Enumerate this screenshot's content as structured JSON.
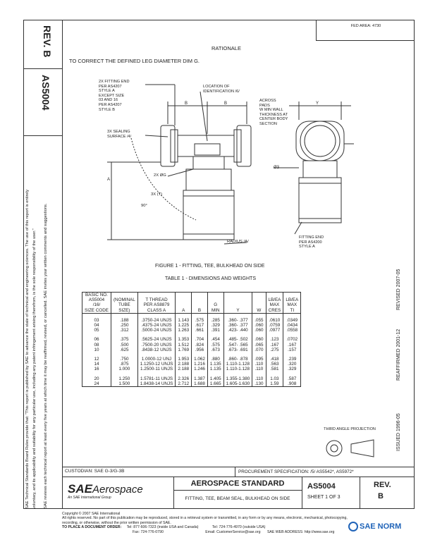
{
  "header": {
    "fed_area": "FED AREA: 4730",
    "rev_label": "REV.",
    "rev_value": "B",
    "doc_number": "AS5004"
  },
  "left_margin": {
    "line1": "SAE Technical Standards Board Rules provide that: \"This report is published by SAE to advance the state of technical and engineering sciences. The use of this report is entirely",
    "line2": "voluntary, and its applicability and suitability for any particular use, including any patent infringement arising therefrom, is the sole responsibility of the user.\"",
    "line3": "SAE reviews each technical report at least every five years at which time it may be reaffirmed, revised, or cancelled. SAE invites your written comments and suggestions."
  },
  "right_margin": {
    "issued": "ISSUED 1996-05",
    "reaffirmed": "REAFFIRMED 2001-12",
    "revised": "REVISED 2007-05"
  },
  "rationale": {
    "title": "RATIONALE",
    "text": "TO CORRECT THE DEFINED LEG DIAMETER DIM G."
  },
  "figure": {
    "caption": "FIGURE 1 - FITTING, TEE, BULKHEAD ON SIDE",
    "notes": {
      "fitting_end_1": "2X FITTING END",
      "fitting_end_2": "PER AS4207",
      "fitting_end_3": "STYLE A",
      "fitting_end_4": "EXCEPT SIZE",
      "fitting_end_5": "03 AND 16",
      "fitting_end_6": "PER AS4207",
      "fitting_end_7": "STYLE B",
      "location_1": "LOCATION OF",
      "location_2": "IDENTIFICATION /6/",
      "sealing_1": "3X SEALING",
      "sealing_2": "SURFACE /4/",
      "across_1": "ACROSS",
      "across_2": "PADS",
      "across_3": "W MIN WALL",
      "across_4": "THICKNESS AT",
      "across_5": "CENTER BODY",
      "across_6": "SECTION",
      "dim_g": "2X ØG",
      "dim_t": "3X (T)",
      "angle": "90°",
      "radius": "RADIUS /A/",
      "dim_a": "A",
      "dim_b1": "B",
      "dim_b2": "B",
      "dim_y": "Y",
      "dim_phi3": "Ø3",
      "fitting_end_r1": "FITTING END",
      "fitting_end_r2": "PER AS4200",
      "fitting_end_r3": "STYLE A"
    }
  },
  "table": {
    "caption": "TABLE 1 - DIMENSIONS AND WEIGHTS",
    "headers": [
      "BASIC NO.\nAS5004\n/16/\nSIZE CODE",
      "(NOMINAL\nTUBE\nSIZE)",
      "T THREAD\nPER AS8879\nCLASS A",
      "A",
      "B",
      "G\nMIN",
      "Y",
      "W",
      "LB/EA\nMAX\nCRES",
      "LB/EA\nMAX\nTI"
    ],
    "groups": [
      [
        [
          "03",
          ".188",
          ".3750-24 UNJS",
          "1.143",
          ".575",
          ".285",
          ".360-  .377",
          ".055",
          ".0610",
          ".0349"
        ],
        [
          "04",
          ".250",
          ".4375-24 UNJS",
          "1.225",
          ".617",
          ".329",
          ".360-  .377",
          ".060",
          ".0759",
          ".0434"
        ],
        [
          "05",
          ".312",
          ".5000-24 UNJS",
          "1.263",
          ".661",
          ".391",
          ".423-  .440",
          ".060",
          ".0977",
          ".0558"
        ]
      ],
      [
        [
          "06",
          ".375",
          ".5625-24 UNJS",
          "1.353",
          ".704",
          ".454",
          ".485-  .502",
          ".060",
          ".123",
          ".0702"
        ],
        [
          "08",
          ".500",
          ".7500-20 UNJS",
          "1.512",
          ".824",
          ".575",
          ".547-  .565",
          ".065",
          ".167",
          ".167"
        ],
        [
          "10",
          ".625",
          ".8438-12 UNJS",
          "1.769",
          ".956",
          ".673",
          ".673-  .691",
          ".070",
          ".275",
          ".157"
        ]
      ],
      [
        [
          "12",
          ".750",
          "1.0000-12 UNJ",
          "1.953",
          "1.062",
          ".880",
          ".860-  .878",
          ".095",
          ".418",
          ".239"
        ],
        [
          "14",
          ".875",
          "1.1250-12 UNJS",
          "2.188",
          "1.216",
          "1.135",
          "1.110-1.128",
          ".110",
          ".563",
          ".320"
        ],
        [
          "16",
          "1.000",
          "1.2500-11 UNJS",
          "2.188",
          "1.246",
          "1.135",
          "1.110-1.128",
          ".110",
          ".581",
          ".329"
        ]
      ],
      [
        [
          "20",
          "1.250",
          "1.5781-11 UNJS",
          "2.326",
          "1.387",
          "1.405",
          "1.355-1.380",
          ".110",
          "1.03",
          ".587"
        ],
        [
          "24",
          "1.500",
          "1.8438-14 UNJS",
          "2.712",
          "1.688",
          "1.665",
          "1.605-1.630",
          ".130",
          "1.59",
          ".908"
        ]
      ]
    ]
  },
  "third_angle": "THIRD ANGLE PROJECTION",
  "custodian": "CUSTODIAN: SAE G-3/G-3B",
  "procurement": "PROCUREMENT SPECIFICATION: /5/ AS5542*, AS5972*",
  "title_block": {
    "logo_main": "SAE",
    "logo_sub": "Aerospace",
    "logo_tagline": "An SAE International Group",
    "standard": "AEROSPACE STANDARD",
    "title": "FITTING, TEE, BEAM SEAL, BULKHEAD ON SIDE",
    "doc": "AS5004",
    "sheet": "SHEET 1 OF 3",
    "rev_label": "REV.",
    "rev": "B"
  },
  "footer": {
    "copyright": "Copyright © 2007 SAE International",
    "rights": "All rights reserved. No part of this publication may be reproduced, stored in a retrieval system or transmitted, in any form or by any means, electronic, mechanical, photocopying,",
    "rights2": "recording, or otherwise, without the prior written permission of SAE.",
    "order_label": "TO PLACE A DOCUMENT ORDER:",
    "phone": "Tel: 877-606-7323 (inside USA and Canada)",
    "phone2": "Tel: 724-776-4970 (outside USA)",
    "fax": "Fax: 724-776-0790",
    "email": "Email: CustomerService@sae.org",
    "web": "SAE WEB ADDRESS: http://www.sae.org",
    "watermark": "SAE NORM"
  }
}
